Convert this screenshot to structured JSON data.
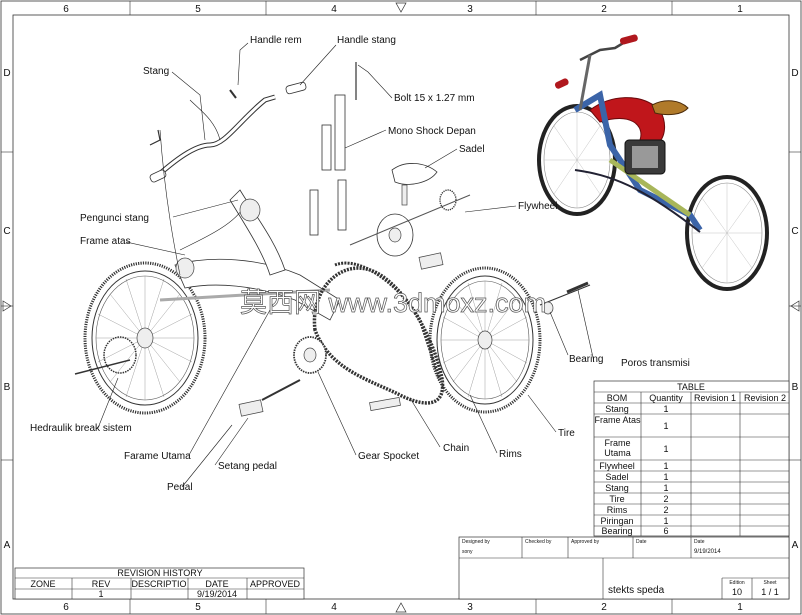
{
  "frame": {
    "columns": [
      "6",
      "5",
      "4",
      "3",
      "2",
      "1"
    ],
    "rows": [
      "D",
      "C",
      "B",
      "A"
    ]
  },
  "callouts": [
    {
      "id": "handle-rem",
      "text": "Handle rem"
    },
    {
      "id": "handle-stang",
      "text": "Handle stang"
    },
    {
      "id": "stang",
      "text": "Stang"
    },
    {
      "id": "bolt",
      "text": "Bolt 15 x 1.27 mm"
    },
    {
      "id": "mono-shock",
      "text": "Mono Shock Depan"
    },
    {
      "id": "sadel",
      "text": "Sadel"
    },
    {
      "id": "flywheel",
      "text": "Flywheel"
    },
    {
      "id": "pengunci-stang",
      "text": "Pengunci stang"
    },
    {
      "id": "frame-atas",
      "text": "Frame atas"
    },
    {
      "id": "bearing",
      "text": "Bearing"
    },
    {
      "id": "poros",
      "text": "Poros transmisi"
    },
    {
      "id": "hedraulik",
      "text": "Hedraulik break sistem"
    },
    {
      "id": "tire",
      "text": "Tire"
    },
    {
      "id": "farame-utama",
      "text": "Farame Utama"
    },
    {
      "id": "chain",
      "text": "Chain"
    },
    {
      "id": "rims",
      "text": "Rims"
    },
    {
      "id": "setang-pedal",
      "text": "Setang pedal"
    },
    {
      "id": "gear-spocket",
      "text": "Gear Spocket"
    },
    {
      "id": "pedal",
      "text": "Pedal"
    }
  ],
  "watermark": "莫西网 www.3dmoxz.com",
  "bom": {
    "title": "TABLE",
    "headers": [
      "BOM",
      "Quantity",
      "Revision 1",
      "Revision 2"
    ],
    "rows": [
      {
        "bom": "Stang",
        "qty": "1"
      },
      {
        "bom": "Frame Atas",
        "qty": "1"
      },
      {
        "bom": "Frame Utama",
        "qty": "1"
      },
      {
        "bom": "Flywheel",
        "qty": "1"
      },
      {
        "bom": "Sadel",
        "qty": "1"
      },
      {
        "bom": "Stang",
        "qty": "1"
      },
      {
        "bom": "Tire",
        "qty": "2"
      },
      {
        "bom": "Rims",
        "qty": "2"
      },
      {
        "bom": "Piringan",
        "qty": "1"
      },
      {
        "bom": "Bearing",
        "qty": "6"
      }
    ]
  },
  "revision_history": {
    "title": "REVISION HISTORY",
    "headers": [
      "ZONE",
      "REV",
      "DESCRIPTIO",
      "DATE",
      "APPROVED"
    ],
    "row": [
      "",
      "1",
      "",
      "9/19/2014",
      ""
    ]
  },
  "title_block": {
    "designed_by_label": "Designed by",
    "designed_by": "sony",
    "checked_by_label": "Checked by",
    "approved_by_label": "Approved by",
    "date_label": "Date",
    "date_label2": "Date",
    "date": "9/19/2014",
    "title": "stekts speda",
    "edition_label": "Edition",
    "edition": "10",
    "sheet_label": "Sheet",
    "sheet": "1 / 1"
  }
}
